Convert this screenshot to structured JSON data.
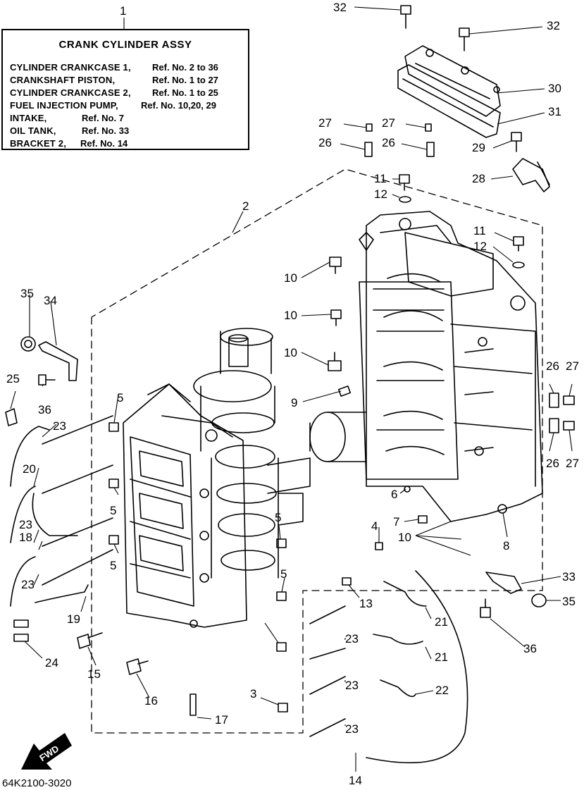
{
  "legend": {
    "number": "1",
    "title": "CRANK CYLINDER ASSY",
    "rows": [
      {
        "name": "CYLINDER CRANKCASE 1,",
        "ref": "Ref. No. 2 to 36"
      },
      {
        "name": "CRANKSHAFT PISTON,",
        "ref": "Ref. No. 1 to 27"
      },
      {
        "name": "CYLINDER CRANKCASE 2,",
        "ref": "Ref. No. 1 to 25"
      },
      {
        "name": "FUEL INJECTION PUMP,",
        "ref": "Ref. No. 10,20, 29"
      },
      {
        "name": "INTAKE,",
        "ref": "Ref. No. 7"
      },
      {
        "name": "OIL TANK,",
        "ref": "Ref. No. 33"
      },
      {
        "name": "BRACKET 2,",
        "ref": "Ref. No. 14"
      }
    ]
  },
  "callouts": [
    "32",
    "32",
    "30",
    "31",
    "27",
    "27",
    "26",
    "26",
    "29",
    "28",
    "11",
    "12",
    "2",
    "11",
    "12",
    "10",
    "10",
    "10",
    "35",
    "34",
    "25",
    "36",
    "9",
    "26",
    "27",
    "26",
    "27",
    "5",
    "23",
    "20",
    "5",
    "23",
    "18",
    "5",
    "23",
    "6",
    "7",
    "4",
    "10",
    "8",
    "5",
    "19",
    "13",
    "33",
    "35",
    "5",
    "21",
    "23",
    "36",
    "24",
    "15",
    "21",
    "23",
    "16",
    "22",
    "3",
    "17",
    "23",
    "14"
  ],
  "fwd_label": "FWD",
  "diagram_code": "64K2100-3020"
}
